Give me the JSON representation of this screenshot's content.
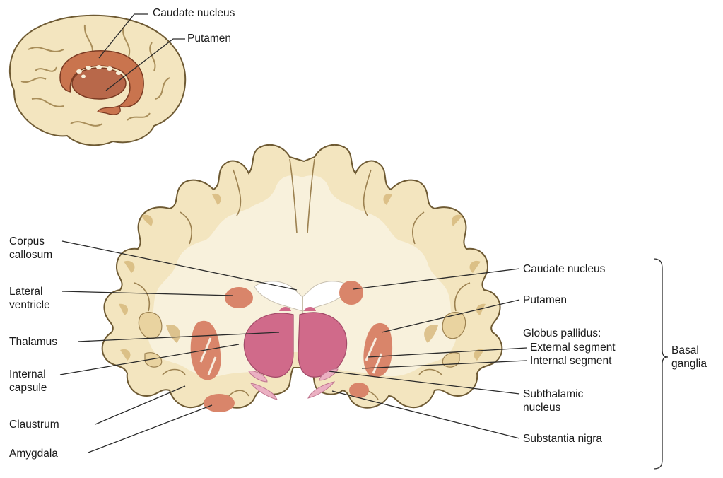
{
  "colors": {
    "gyrus": "#f3e5bf",
    "gyrus_outline": "#6e5a33",
    "white_matter": "#f7f0da",
    "sulcus_shadow": "#d6b77a",
    "nucleus": "#cd7d62",
    "thalamus": "#cf6a89",
    "line": "#2a2a2a"
  },
  "inset": {
    "caudate_label": "Caudate nucleus",
    "putamen_label": "Putamen"
  },
  "left_labels": {
    "corpus_callosum": "Corpus callosum",
    "lateral_ventricle": "Lateral ventricle",
    "thalamus": "Thalamus",
    "internal_capsule": "Internal capsule",
    "claustrum": "Claustrum",
    "amygdala": "Amygdala"
  },
  "right_labels": {
    "caudate_nucleus": "Caudate nucleus",
    "putamen": "Putamen",
    "globus_pallidus": "Globus pallidus:",
    "external_segment": "External segment",
    "internal_segment": "Internal segment",
    "subthalamic_nucleus": "Subthalamic nucleus",
    "substantia_nigra": "Substantia nigra"
  },
  "bracket_label": "Basal ganglia"
}
